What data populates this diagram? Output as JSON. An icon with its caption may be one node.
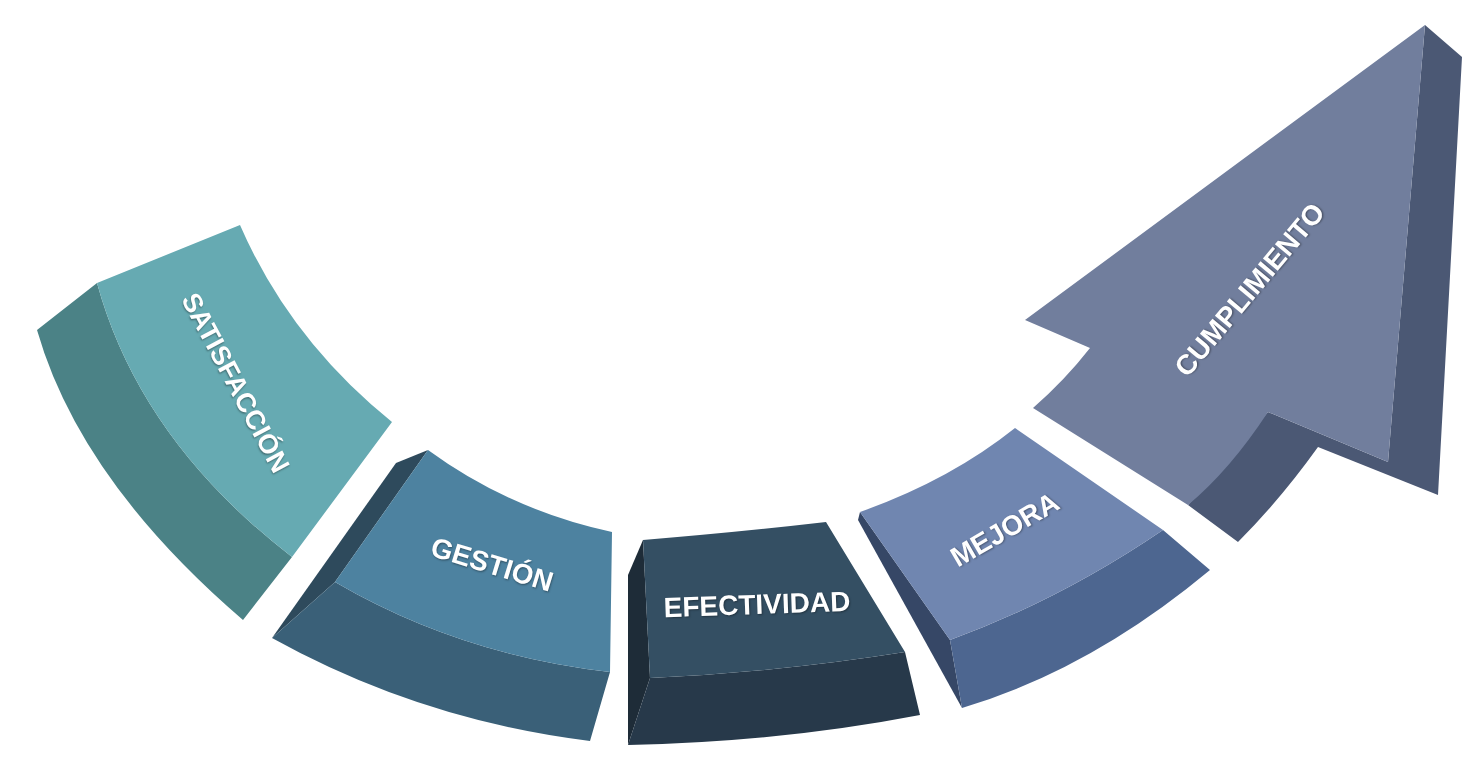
{
  "diagram": {
    "nodes": [
      {
        "text": [
          "SATISFACCIÓN"
        ]
      },
      {
        "text": [
          "GESTIÓN"
        ]
      },
      {
        "text": [
          "EFECTIVIDAD"
        ]
      },
      {
        "text": [
          "MEJORA"
        ]
      },
      {
        "text": [
          "CUMPLIMIENTO"
        ]
      }
    ]
  }
}
